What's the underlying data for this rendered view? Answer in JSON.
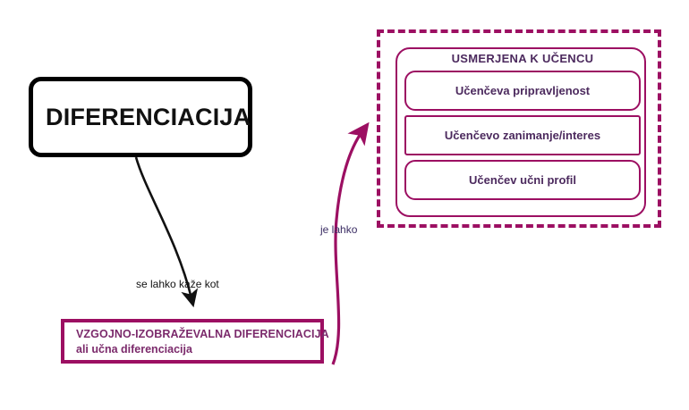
{
  "diagram": {
    "title": "DIFERENCIACIJA concept map",
    "colors": {
      "purple": "#9C0F62",
      "text_purple": "#4C2A5E",
      "bottom_text_purple": "#7B2A6B",
      "black": "#000000",
      "background": "#ffffff"
    },
    "main_node": {
      "label": "DIFERENCIACIJA"
    },
    "bottom_node": {
      "line1": "VZGOJNO-IZOBRAŽEVALNA DIFERENCIACIJA",
      "line2": "ali učna diferenciacija"
    },
    "group": {
      "title": "USMERJENA K UČENCU",
      "items": [
        {
          "label": "Učenčeva pripravljenost"
        },
        {
          "label": "Učenčevo zanimanje/interes"
        },
        {
          "label": "Učenčev učni profil"
        }
      ]
    },
    "edges": [
      {
        "id": "edge-se-lahko-kaze-kot",
        "label": "se lahko kaže kot",
        "color": "#000000",
        "from": "main_node",
        "to": "bottom_node"
      },
      {
        "id": "edge-je-lahko",
        "label": "je lahko",
        "color": "#9C0F62",
        "from": "bottom_node",
        "to": "group"
      }
    ]
  }
}
